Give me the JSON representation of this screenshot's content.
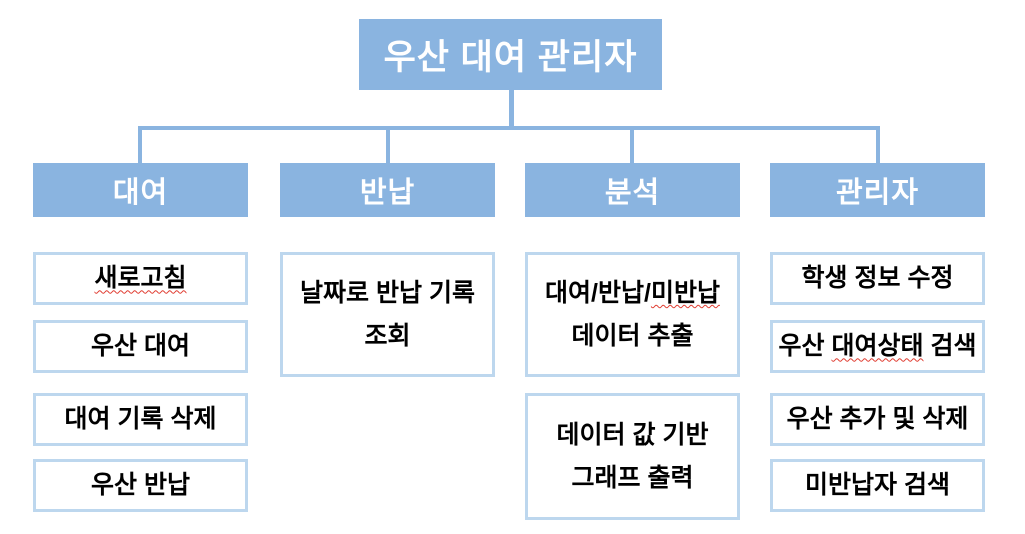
{
  "diagram": {
    "title": "우산 대여 관리자",
    "colors": {
      "node_fill": "#8AB4E0",
      "node_text": "#FFFFFF",
      "leaf_border": "#BDD7EE",
      "leaf_text": "#000000",
      "connector": "#8AB4E0",
      "spellcheck_underline": "#E03C31"
    },
    "columns": [
      {
        "header": "대여",
        "items": [
          {
            "label": "새로고침"
          },
          {
            "label": "우산 대여"
          },
          {
            "label": "대여 기록 삭제"
          },
          {
            "label": "우산 반납"
          }
        ]
      },
      {
        "header": "반납",
        "items": [
          {
            "line1": "날짜로 반납 기록",
            "line2": "조회"
          }
        ]
      },
      {
        "header": "분석",
        "items": [
          {
            "line1_prefix": "대여/반납/",
            "line1_misspelled": "미반납",
            "line2": "데이터 추출"
          },
          {
            "line1": "데이터 값 기반",
            "line2": "그래프 출력"
          }
        ]
      },
      {
        "header": "관리자",
        "items": [
          {
            "label": "학생 정보 수정"
          },
          {
            "prefix": "우산 ",
            "misspelled": "대여상태",
            "suffix": " 검색"
          },
          {
            "label": "우산 추가 및 삭제"
          },
          {
            "label": "미반납자 검색"
          }
        ]
      }
    ]
  }
}
